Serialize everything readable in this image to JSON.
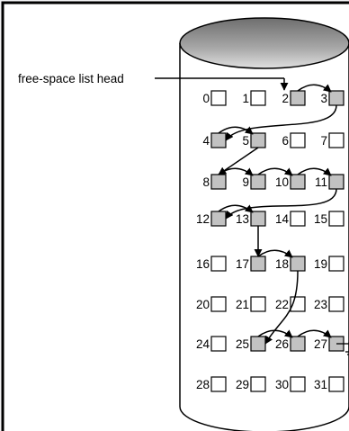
{
  "head_label": "free-space list head",
  "blocks": [
    "0",
    "1",
    "2",
    "3",
    "4",
    "5",
    "6",
    "7",
    "8",
    "9",
    "10",
    "11",
    "12",
    "13",
    "14",
    "15",
    "16",
    "17",
    "18",
    "19",
    "20",
    "21",
    "22",
    "23",
    "24",
    "25",
    "26",
    "27",
    "28",
    "29",
    "30",
    "31"
  ],
  "free_blocks": [
    2,
    3,
    4,
    5,
    8,
    9,
    10,
    11,
    12,
    13,
    17,
    18,
    25,
    26,
    27
  ],
  "colors": {
    "free_fill": "#c2c2c2",
    "used_fill": "#ffffff",
    "stroke": "#000000",
    "background": "#ffffff",
    "disk_top_dark": "#6e6e6e",
    "disk_top_light": "#e0e0e0"
  }
}
